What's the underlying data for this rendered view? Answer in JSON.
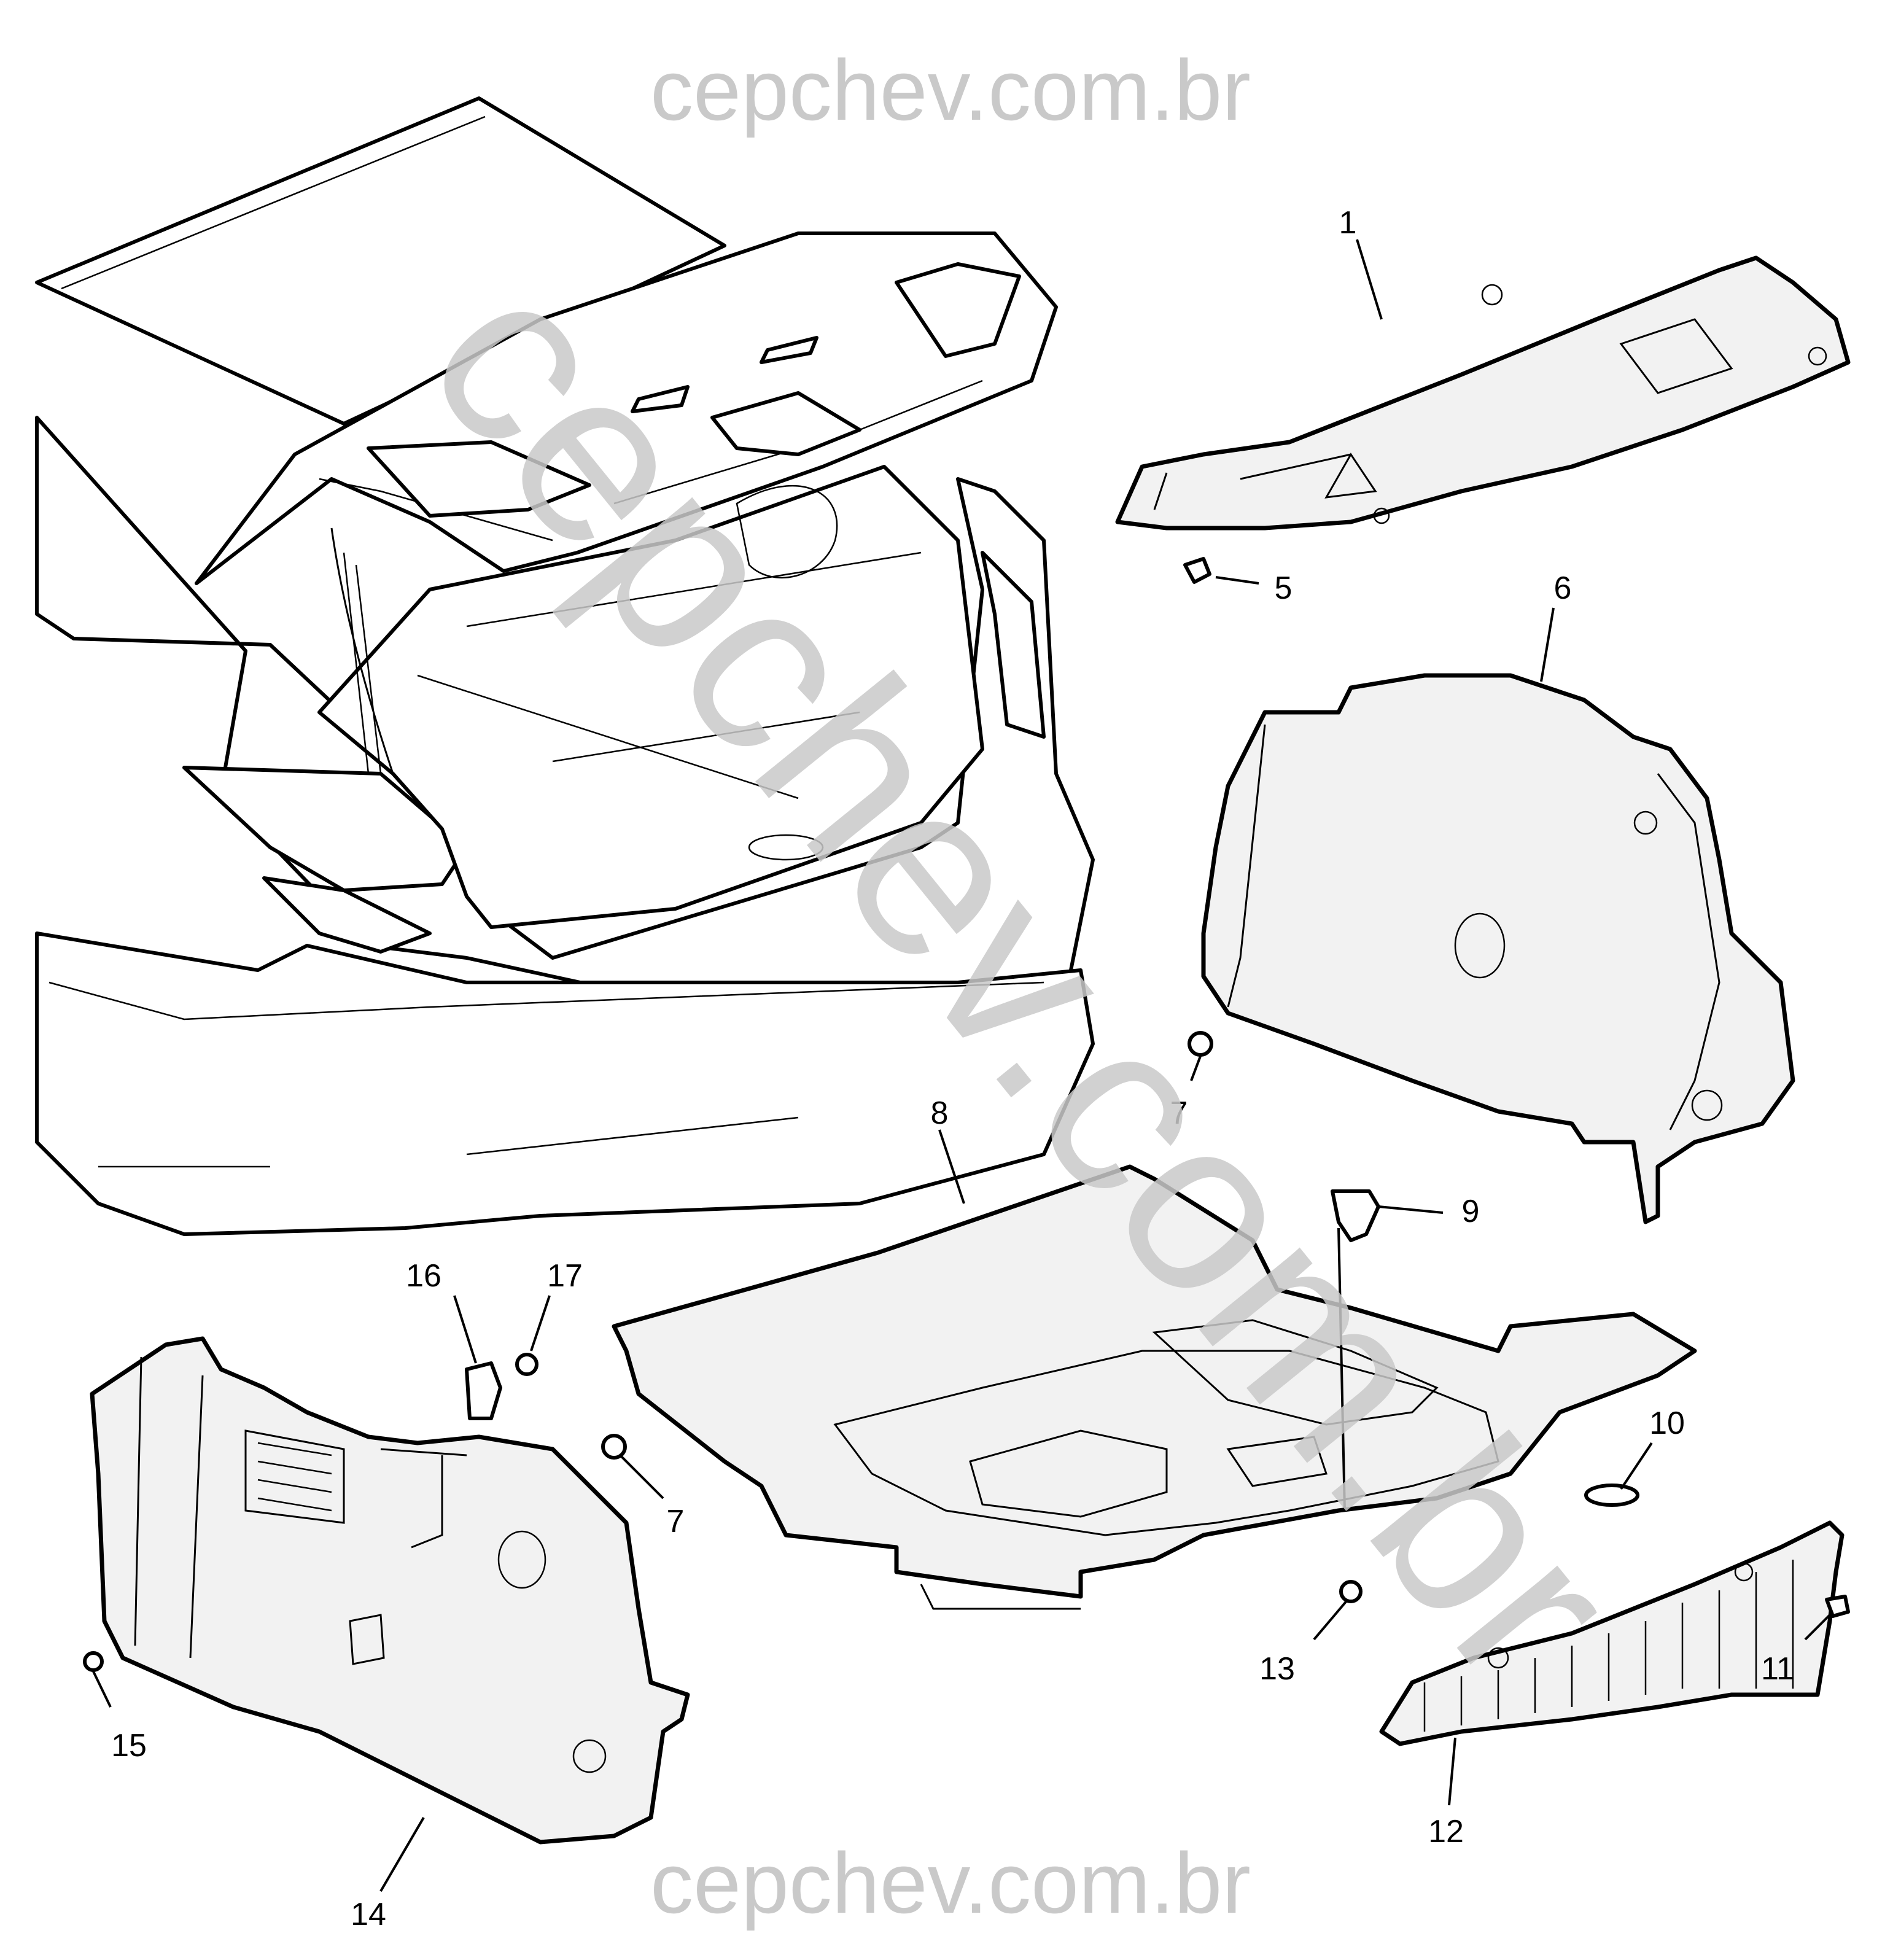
{
  "watermarks": {
    "top": "cepchev.com.br",
    "bottom": "cepchev.com.br",
    "diagonal": "cepchev.com.br"
  },
  "callouts": [
    {
      "id": "1",
      "label": "1"
    },
    {
      "id": "5",
      "label": "5"
    },
    {
      "id": "6",
      "label": "6"
    },
    {
      "id": "7a",
      "label": "7"
    },
    {
      "id": "8",
      "label": "8"
    },
    {
      "id": "9",
      "label": "9"
    },
    {
      "id": "16",
      "label": "16"
    },
    {
      "id": "17",
      "label": "17"
    },
    {
      "id": "7b",
      "label": "7"
    },
    {
      "id": "10",
      "label": "10"
    },
    {
      "id": "13",
      "label": "13"
    },
    {
      "id": "11",
      "label": "11"
    },
    {
      "id": "15",
      "label": "15"
    },
    {
      "id": "12",
      "label": "12"
    },
    {
      "id": "14",
      "label": "14"
    }
  ],
  "colors": {
    "watermark": "#c9c9c9",
    "line": "#000000",
    "part_fill": "#f2f2f2"
  }
}
